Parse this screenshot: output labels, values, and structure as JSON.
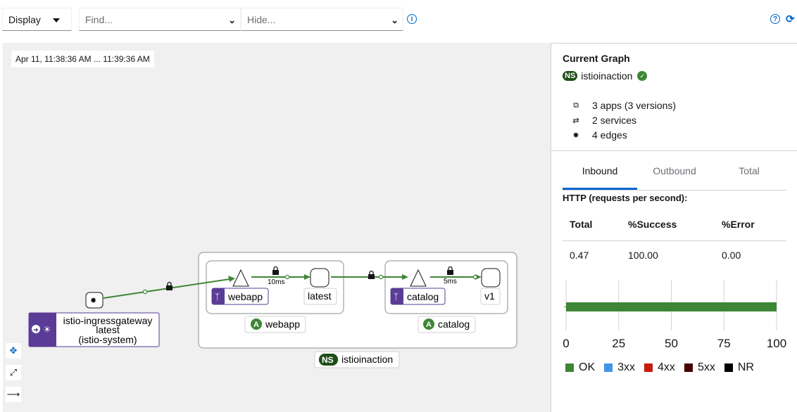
{
  "toolbar": {
    "display_label": "Display",
    "find_placeholder": "Find...",
    "hide_placeholder": "Hide..."
  },
  "graph": {
    "timestamp": "Apr 11, 11:38:36 AM ... 11:39:36 AM",
    "nodes": {
      "ingress_line1": "istio-ingressgateway",
      "ingress_line2": "latest",
      "ingress_line3": "(istio-system)",
      "webapp_service": "webapp",
      "webapp_version": "latest",
      "webapp_app": "webapp",
      "catalog_service": "catalog",
      "catalog_version": "v1",
      "catalog_app": "catalog",
      "namespace": "istioinaction",
      "ns_badge": "NS",
      "app_badge": "A"
    },
    "edges": {
      "webapp_latency": "10ms",
      "catalog_latency": "5ms"
    },
    "colors": {
      "edge": "#3e8635",
      "ingress": "#5a3c96",
      "ns": "#1e4f18"
    }
  },
  "panel": {
    "title": "Current Graph",
    "ns_badge": "NS",
    "namespace": "istioinaction",
    "stats": {
      "apps": "3 apps (3 versions)",
      "services": "2 services",
      "edges": "4 edges"
    },
    "tabs": [
      "Inbound",
      "Outbound",
      "Total"
    ],
    "active_tab": "Inbound",
    "http_title": "HTTP (requests per second):",
    "table": {
      "headers": [
        "Total",
        "%Success",
        "%Error"
      ],
      "row": [
        "0.47",
        "100.00",
        "0.00"
      ]
    }
  },
  "chart_data": {
    "type": "bar",
    "orientation": "horizontal",
    "xlim": [
      0,
      100
    ],
    "ticks": [
      "0",
      "25",
      "50",
      "75",
      "100"
    ],
    "series": [
      {
        "name": "OK",
        "value": 100,
        "color": "#3e8635"
      },
      {
        "name": "3xx",
        "value": 0,
        "color": "#4394e5"
      },
      {
        "name": "4xx",
        "value": 0,
        "color": "#c9190b"
      },
      {
        "name": "5xx",
        "value": 0,
        "color": "#470000"
      },
      {
        "name": "NR",
        "value": 0,
        "color": "#000000"
      }
    ],
    "legend_position": "bottom",
    "grid": true
  }
}
